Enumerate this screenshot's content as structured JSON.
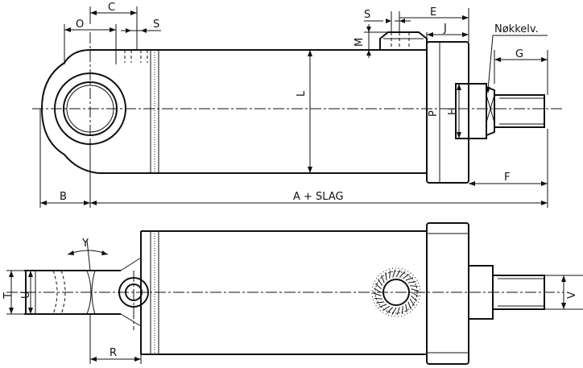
{
  "labels": {
    "c": "C",
    "o": "O",
    "s_top": "S",
    "s_port": "S",
    "e": "E",
    "j": "J",
    "m": "M",
    "nokkelv": "Nøkkelv.",
    "g": "G",
    "l": "L",
    "p": "P",
    "h": "H",
    "f": "F",
    "b": "B",
    "a_slag": "A + SLAG",
    "y": "Y",
    "t": "T",
    "u": "U",
    "v": "V",
    "r": "R"
  }
}
